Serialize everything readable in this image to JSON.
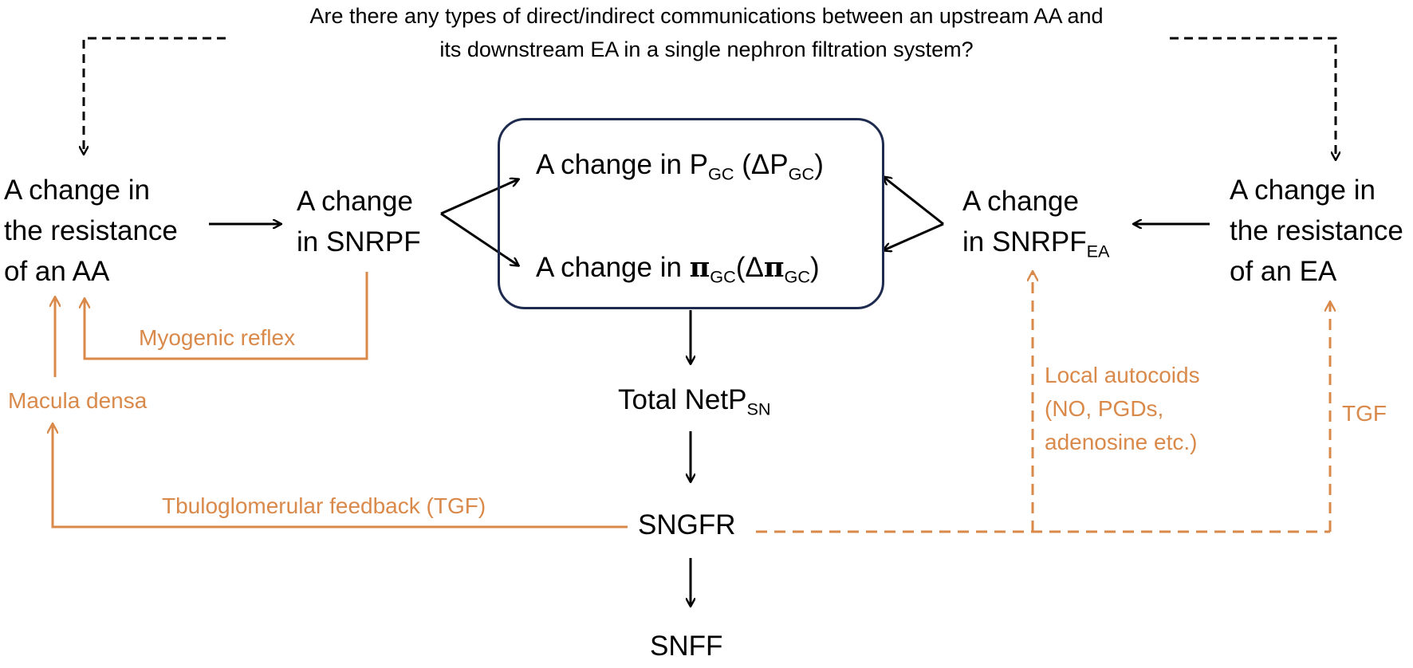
{
  "question": {
    "line1": "Are there any types of direct/indirect communications between an upstream AA and",
    "line2": "its downstream EA in a single nephron filtration system?"
  },
  "left": {
    "aa_resistance": [
      "A change in",
      "the resistance",
      "of an AA"
    ],
    "snrpf": [
      "A change",
      "in SNRPF"
    ]
  },
  "center": {
    "pgc": {
      "text": "A change in P",
      "sub": "GC",
      "delta": "(ΔP",
      "delta_sub": "GC",
      "close": ")"
    },
    "pigc": {
      "text": "A change in ",
      "symbol": "π",
      "sub": "GC",
      "delta": "(Δ",
      "delta_symbol": "π",
      "delta_sub": "GC",
      "close": ")"
    },
    "netp": {
      "text": "Total NetP",
      "sub": "SN"
    },
    "sngfr": "SNGFR",
    "snff": "SNFF"
  },
  "right": {
    "snrpf_ea": {
      "line1": "A change",
      "line2": "in SNRPF",
      "sub": "EA"
    },
    "ea_resistance": [
      "A change in",
      "the resistance",
      "of an EA"
    ]
  },
  "feedback_labels": {
    "myogenic": "Myogenic reflex",
    "macula": "Macula densa",
    "tgf_long": "Tbuloglomerular feedback (TGF)",
    "autocoids": [
      "Local autocoids",
      "(NO, PGDs,",
      "adenosine etc.)"
    ],
    "tgf_short": "TGF"
  },
  "colors": {
    "text": "#000000",
    "feedback": "#d9894a",
    "box_border": "#1e2b4e"
  }
}
